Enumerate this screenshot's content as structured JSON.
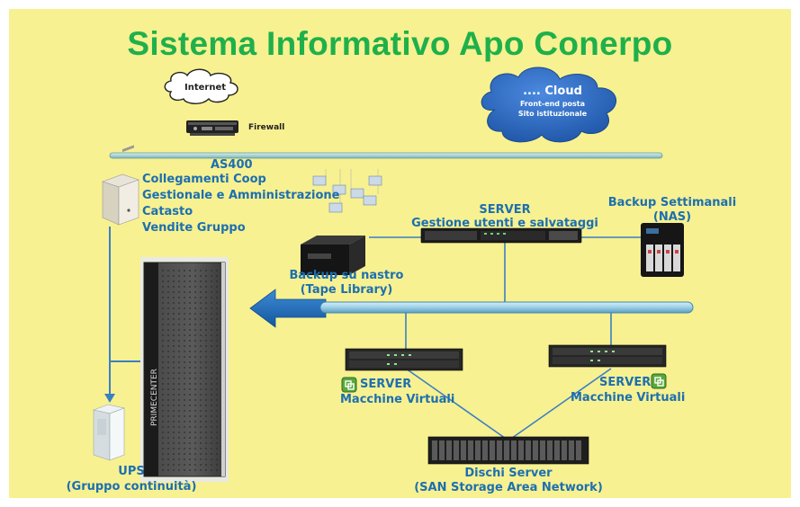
{
  "title": "Sistema Informativo Apo Conerpo",
  "internet": "Internet",
  "firewall": "Firewall",
  "cloud": {
    "title": ".... Cloud",
    "line1": "Front-end posta",
    "line2": "Sito istituzionale"
  },
  "as400": {
    "title": "AS400",
    "lines": [
      "Collegamenti Coop",
      "Gestionale e Amministrazione",
      "Catasto",
      "Vendite Gruppo"
    ]
  },
  "server_mgmt": {
    "title": "SERVER",
    "subtitle": "Gestione utenti e salvataggi"
  },
  "backup_nas": {
    "title": "Backup Settimanali",
    "subtitle": "(NAS)"
  },
  "backup_tape": {
    "title": "Backup su nastro",
    "subtitle": "(Tape Library)"
  },
  "server_vm_left": {
    "title": "SERVER",
    "subtitle": "Macchine Virtuali"
  },
  "server_vm_right": {
    "title": "SERVER",
    "subtitle": "Macchine Virtuali"
  },
  "storage": {
    "title": "Dischi Server",
    "subtitle": "(SAN Storage Area Network)"
  },
  "ups": {
    "title": "UPS",
    "subtitle": "(Gruppo continuità)"
  },
  "rack_label": "PRIMECENTER",
  "colors": {
    "background": "#f7f191",
    "title": "#1fb04a",
    "label": "#1d6fb0",
    "network_line": "#6aa5a7",
    "bus": "#9fd3ea",
    "arrow": "#1d68b6",
    "cloud": "#2b68c4"
  }
}
